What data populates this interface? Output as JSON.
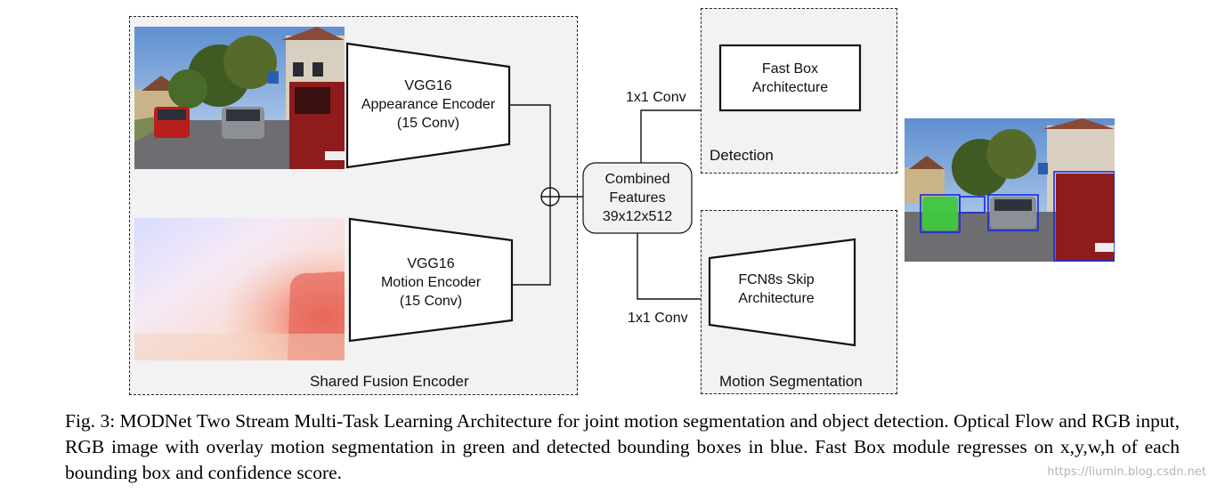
{
  "regions": {
    "shared_fusion": "Shared Fusion Encoder",
    "detection": "Detection",
    "motion_segmentation": "Motion Segmentation"
  },
  "appearance_encoder": {
    "line1": "VGG16",
    "line2": "Appearance Encoder",
    "line3": "(15 Conv)"
  },
  "motion_encoder": {
    "line1": "VGG16",
    "line2": "Motion Encoder",
    "line3": "(15 Conv)"
  },
  "combined": {
    "line1": "Combined",
    "line2": "Features",
    "line3": "39x12x512"
  },
  "fast_box": {
    "line1": "Fast Box",
    "line2": "Architecture"
  },
  "fcn8s": {
    "line1": "FCN8s Skip",
    "line2": "Architecture"
  },
  "conv_labels": {
    "top": "1x1 Conv",
    "bottom": "1x1 Conv"
  },
  "caption": "Fig. 3: MODNet Two Stream Multi-Task Learning Architecture for joint motion segmentation and object detection. Optical Flow and RGB input, RGB image with overlay motion segmentation in green and detected bounding boxes in blue. Fast Box module regresses on x,y,w,h of each bounding box and confidence score.",
  "watermark": "https://liumin.blog.csdn.net",
  "colors": {
    "segmentation": "#3fc83f",
    "bbox": "#1a2bd6",
    "region_fill": "#f2f2f2"
  }
}
